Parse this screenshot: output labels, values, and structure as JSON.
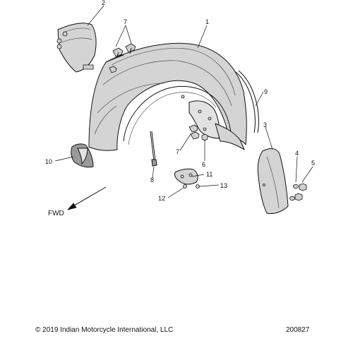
{
  "callouts": {
    "c1": "1",
    "c2": "2",
    "c3": "3",
    "c4": "4",
    "c5": "5",
    "c6": "6",
    "c7a": "7",
    "c7b": "7",
    "c8": "8",
    "c9": "9",
    "c10": "10",
    "c11": "11",
    "c12": "12",
    "c13": "13"
  },
  "direction": {
    "label": "FWD"
  },
  "footer": {
    "copyright": "© 2019 Indian Motorcycle International, LLC",
    "diagram_number": "200827"
  },
  "colors": {
    "line": "#111111",
    "fill": "#d4d4d4",
    "background": "#ffffff"
  }
}
